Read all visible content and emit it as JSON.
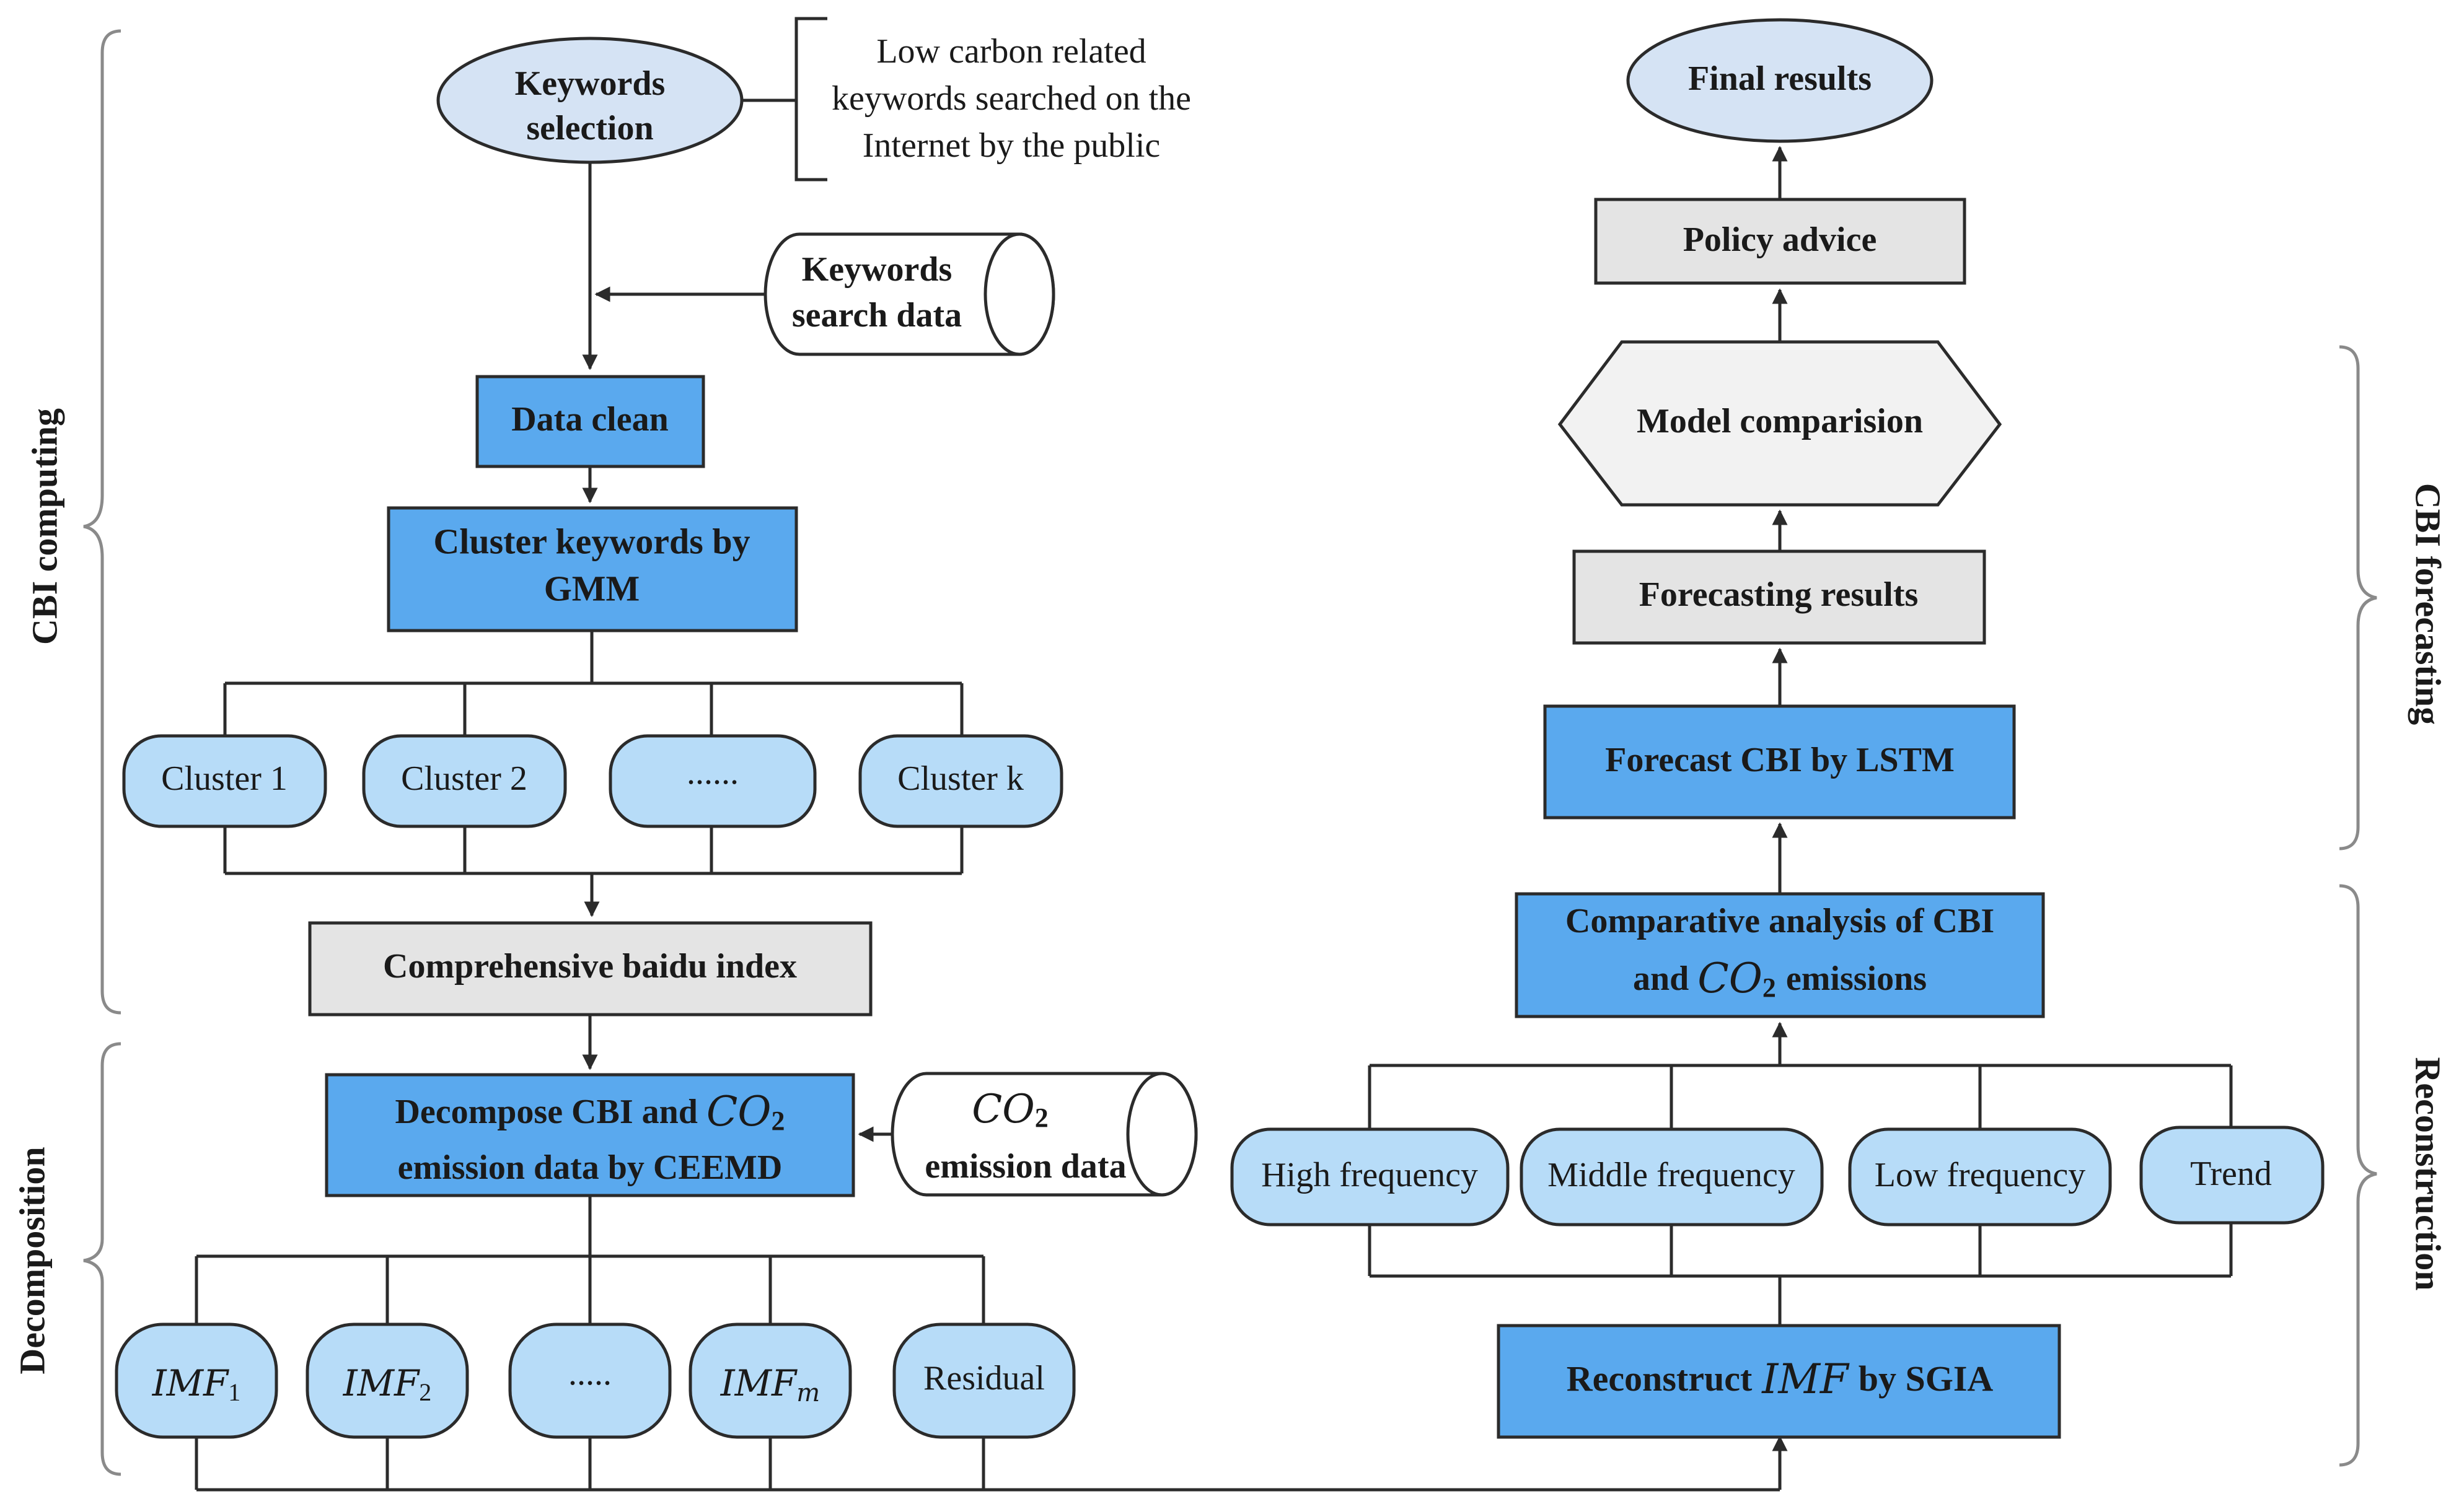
{
  "side_labels": {
    "cbi_computing": "CBI computing",
    "decomposition": "Decomposition",
    "cbi_forecasting": "CBI forecasting",
    "reconstruction": "Reconstruction"
  },
  "left": {
    "keywords_selection": [
      "Keywords",
      "selection"
    ],
    "note": [
      "Low carbon related",
      "keywords searched on the",
      "Internet by the public"
    ],
    "keywords_search_data": [
      "Keywords",
      "search data"
    ],
    "data_clean": "Data clean",
    "cluster_gmm": [
      "Cluster keywords by",
      "GMM"
    ],
    "clusters": [
      "Cluster 1",
      "Cluster 2",
      "......",
      "Cluster k"
    ],
    "comprehensive_index": "Comprehensive baidu index",
    "decompose": {
      "line1_text": "Decompose CBI and",
      "line1_math": "CO",
      "line1_sub": "2",
      "line2": "emission data by CEEMD"
    },
    "co2_data": {
      "math": "CO",
      "sub": "2",
      "text": "emission data"
    },
    "imfs": [
      {
        "base": "IMF",
        "sub": "1"
      },
      {
        "base": "IMF",
        "sub": "2"
      },
      {
        "base": ".....",
        "sub": ""
      },
      {
        "base": "IMF",
        "sub": "m"
      },
      {
        "base": "Residual",
        "sub": ""
      }
    ]
  },
  "right": {
    "final_results": "Final results",
    "policy_advice": "Policy advice",
    "model_comparision": "Model comparision",
    "forecasting_results": "Forecasting results",
    "forecast_lstm": "Forecast CBI by LSTM",
    "comparative": {
      "line1": "Comparative analysis of CBI",
      "line2_pre": "and",
      "line2_math": "CO",
      "line2_sub": "2",
      "line2_post": "emissions"
    },
    "frequencies": [
      "High frequency",
      "Middle frequency",
      "Low frequency",
      "Trend"
    ],
    "reconstruct": {
      "pre": "Reconstruct",
      "math": "IMF",
      "post": "by SGIA"
    }
  },
  "colors": {
    "process_blue": "#5aa9ee",
    "node_light_blue": "#b7dcf8",
    "gray_box": "#e4e4e4",
    "ellipse": "#d5e3f4",
    "hexagon": "#f2f2f2",
    "brace": "#8a8a8a"
  }
}
